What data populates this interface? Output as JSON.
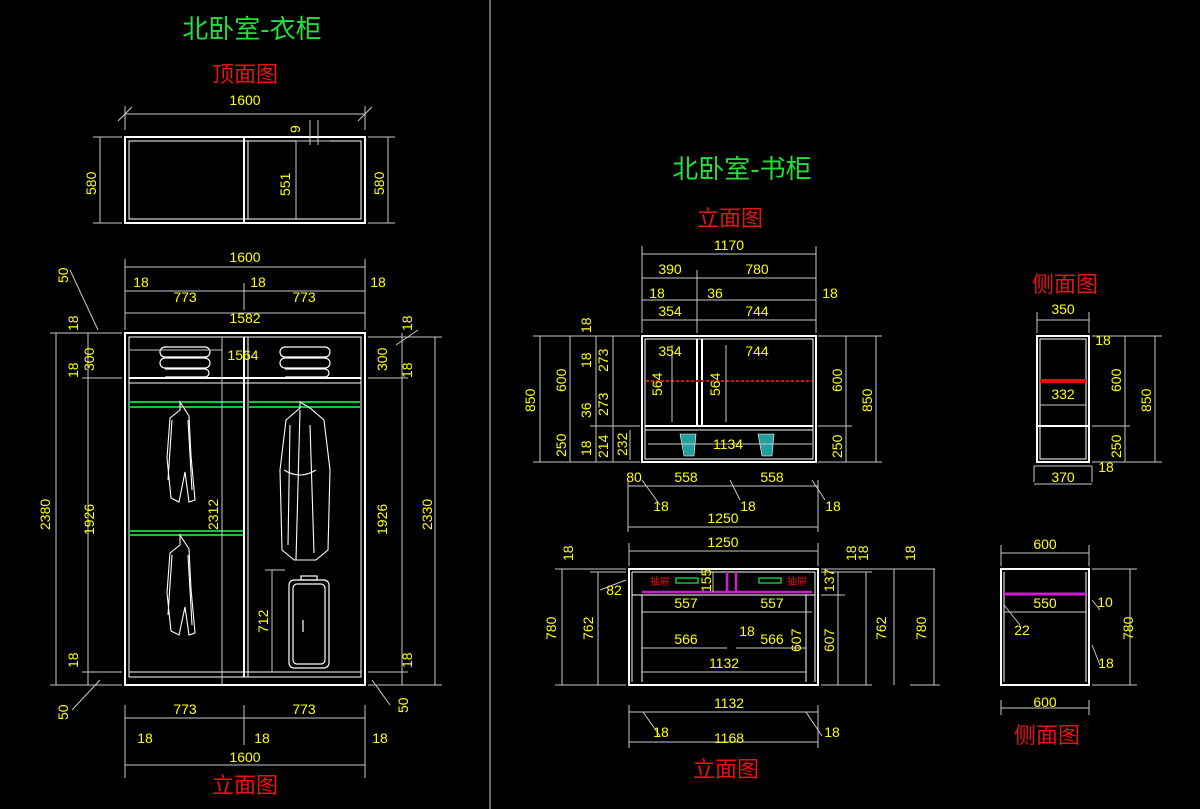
{
  "colors": {
    "background": "#000000",
    "outline": "#ffffff",
    "dimension": "#c8c8c8",
    "dimension_text": "#ffff00",
    "title": "#22e03a",
    "subtitle": "#e51414",
    "rail": "#16c040",
    "accent_red": "#e01010",
    "accent_magenta": "#d01cd0",
    "accent_cyan": "#22a0a0"
  },
  "wardrobe": {
    "title": "北卧室-衣柜",
    "plan_title": "顶面图",
    "elevation_title": "立面图",
    "plan_dims": {
      "width": "1600",
      "panel": "9",
      "depth_inner": "551",
      "depth_left": "580",
      "depth_right": "580"
    },
    "elev_dims": {
      "overall_top": "1600",
      "top_panel_left": "18",
      "top_panel_mid": "18",
      "top_panel_right": "18",
      "bay_left": "773",
      "bay_right": "773",
      "inner_width": "1582",
      "shelf_width": "1564",
      "left_50_top": "50",
      "left_18_top": "18",
      "left_300": "300",
      "left_18_mid": "18",
      "left_1926": "1926",
      "left_18_bot": "18",
      "left_50_bot": "50",
      "left_2380": "2380",
      "mid_2312": "2312",
      "mid_712": "712",
      "right_18_top": "18",
      "right_300": "300",
      "right_18_mid": "18",
      "right_1926": "1926",
      "right_18_bot": "18",
      "right_50_bot": "50",
      "right_2330": "2330",
      "bottom_bay_left": "773",
      "bottom_bay_right": "773",
      "bottom_18_left": "18",
      "bottom_18_mid": "18",
      "bottom_18_right": "18",
      "bottom_total": "1600"
    }
  },
  "bookcase": {
    "title": "北卧室-书柜",
    "front_title": "立面图",
    "side_title": "侧面图",
    "upper": {
      "overall": "1170",
      "bay_left": "390",
      "bay_right": "780",
      "panel_left": "18",
      "panel_mid": "36",
      "panel_right": "18",
      "inner_left": "354",
      "inner_right": "744",
      "inside_left": "354",
      "inside_right": "744",
      "left_18": "18",
      "left_600": "600",
      "left_18b": "18",
      "left_273a": "273",
      "left_36": "36",
      "left_273b": "273",
      "left_850": "850",
      "left_250": "250",
      "left_18c": "18",
      "left_214": "214",
      "left_232": "232",
      "shelf_564a": "564",
      "shelf_564b": "564",
      "base_1134": "1134",
      "right_600": "600",
      "right_850": "850",
      "right_250": "250",
      "base_80": "80",
      "base_558a": "558",
      "base_558b": "558",
      "base_18a": "18",
      "base_18b": "18",
      "base_18c": "18",
      "base_1250": "1250"
    },
    "upper_side": {
      "top": "350",
      "panel": "18",
      "inner": "332",
      "h600": "600",
      "h850": "850",
      "h250": "250",
      "bot18": "18",
      "bottom": "370"
    },
    "desk": {
      "overall": "1250",
      "drawer_label_left": "抽屉",
      "drawer_label_right": "抽屉",
      "left_18": "18",
      "left_82": "82",
      "left_780": "780",
      "left_762": "762",
      "mid_155": "155",
      "drawer_557a": "557",
      "drawer_557b": "557",
      "mid_18": "18",
      "leg_566a": "566",
      "leg_566b": "566",
      "leg_607a": "607",
      "inner_1132": "1132",
      "right_18a": "18",
      "right_18b": "18",
      "right_137": "137",
      "right_607": "607",
      "right_762": "762",
      "right_18c": "18",
      "right_780": "780",
      "bottom_1132": "1132",
      "bottom_18a": "18",
      "bottom_1168": "1168",
      "bottom_18b": "18"
    },
    "desk_side": {
      "top": "600",
      "inner": "550",
      "d22": "22",
      "d10": "10",
      "h780": "780",
      "d18": "18",
      "bottom": "600"
    }
  }
}
